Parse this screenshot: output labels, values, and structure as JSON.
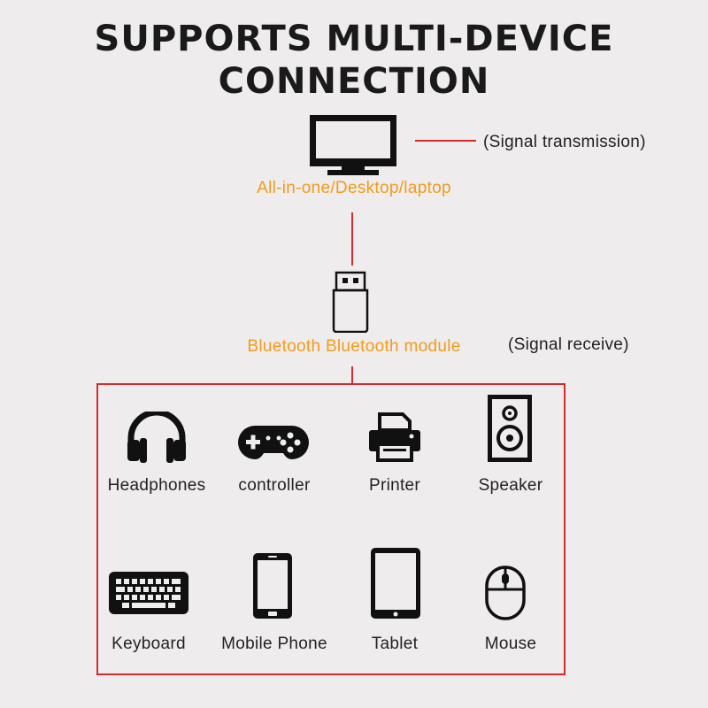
{
  "title": {
    "line1": "SUPPORTS MULTI-DEVICE",
    "line2": "CONNECTION"
  },
  "source": {
    "icon": "monitor-icon",
    "label": "All-in-one/Desktop/laptop",
    "note": "(Signal transmission)"
  },
  "receiver": {
    "icon": "usb-dongle-icon",
    "label": "Bluetooth Bluetooth module",
    "note": "(Signal receive)"
  },
  "colors": {
    "accent_line": "#d52b2b",
    "label_orange": "#f29b1a",
    "icon": "#111111",
    "background": "#efeced"
  },
  "devices": [
    {
      "icon": "headphones-icon",
      "label": "Headphones"
    },
    {
      "icon": "gamepad-icon",
      "label": "controller"
    },
    {
      "icon": "printer-icon",
      "label": "Printer"
    },
    {
      "icon": "speaker-icon",
      "label": "Speaker"
    },
    {
      "icon": "keyboard-icon",
      "label": "Keyboard"
    },
    {
      "icon": "mobile-phone-icon",
      "label": "Mobile Phone"
    },
    {
      "icon": "tablet-icon",
      "label": "Tablet"
    },
    {
      "icon": "mouse-icon",
      "label": "Mouse"
    }
  ]
}
